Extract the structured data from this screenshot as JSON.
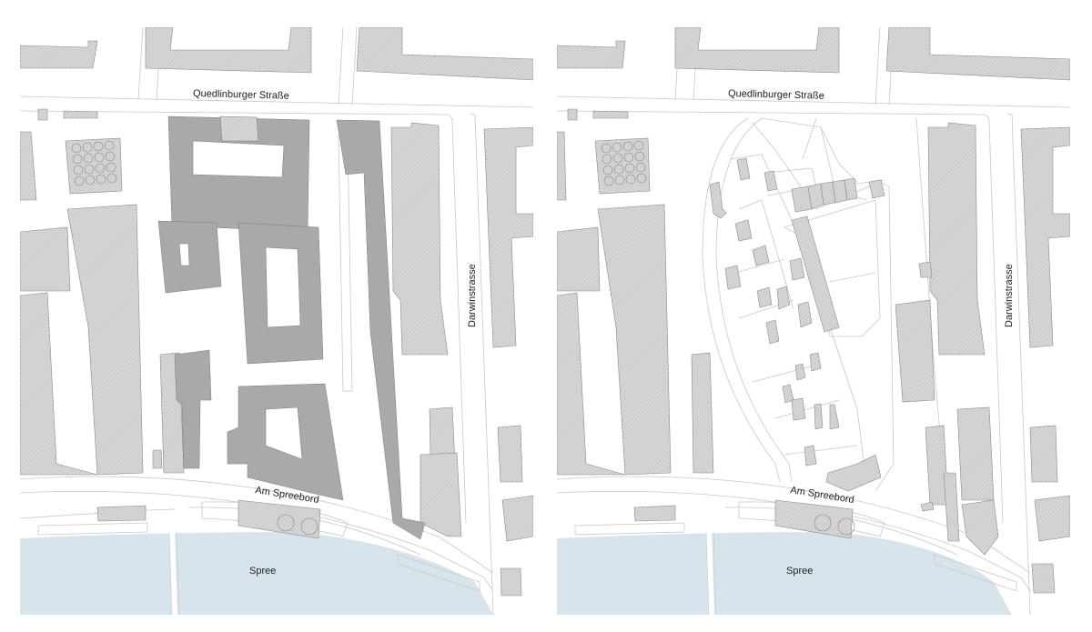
{
  "figure": {
    "panels": [
      {
        "id": "left",
        "caption": "",
        "variant": "proposal-block-perimeter"
      },
      {
        "id": "right",
        "caption": "",
        "variant": "existing-allotments"
      }
    ]
  },
  "labels": {
    "street_north": "Quedlinburger Straße",
    "street_east": "Darwinstrasse",
    "street_south": "Am Spreebord",
    "river": "Spree"
  },
  "legend_colors": {
    "existing_building_hatch": "#d4d4d4",
    "hatch_line": "#bdbdbd",
    "building_outline": "#8a8a8a",
    "proposed_building": "#a9a9a9",
    "water": "#d8e4ec",
    "street_line": "#c8c8c8",
    "background": "#ffffff"
  }
}
